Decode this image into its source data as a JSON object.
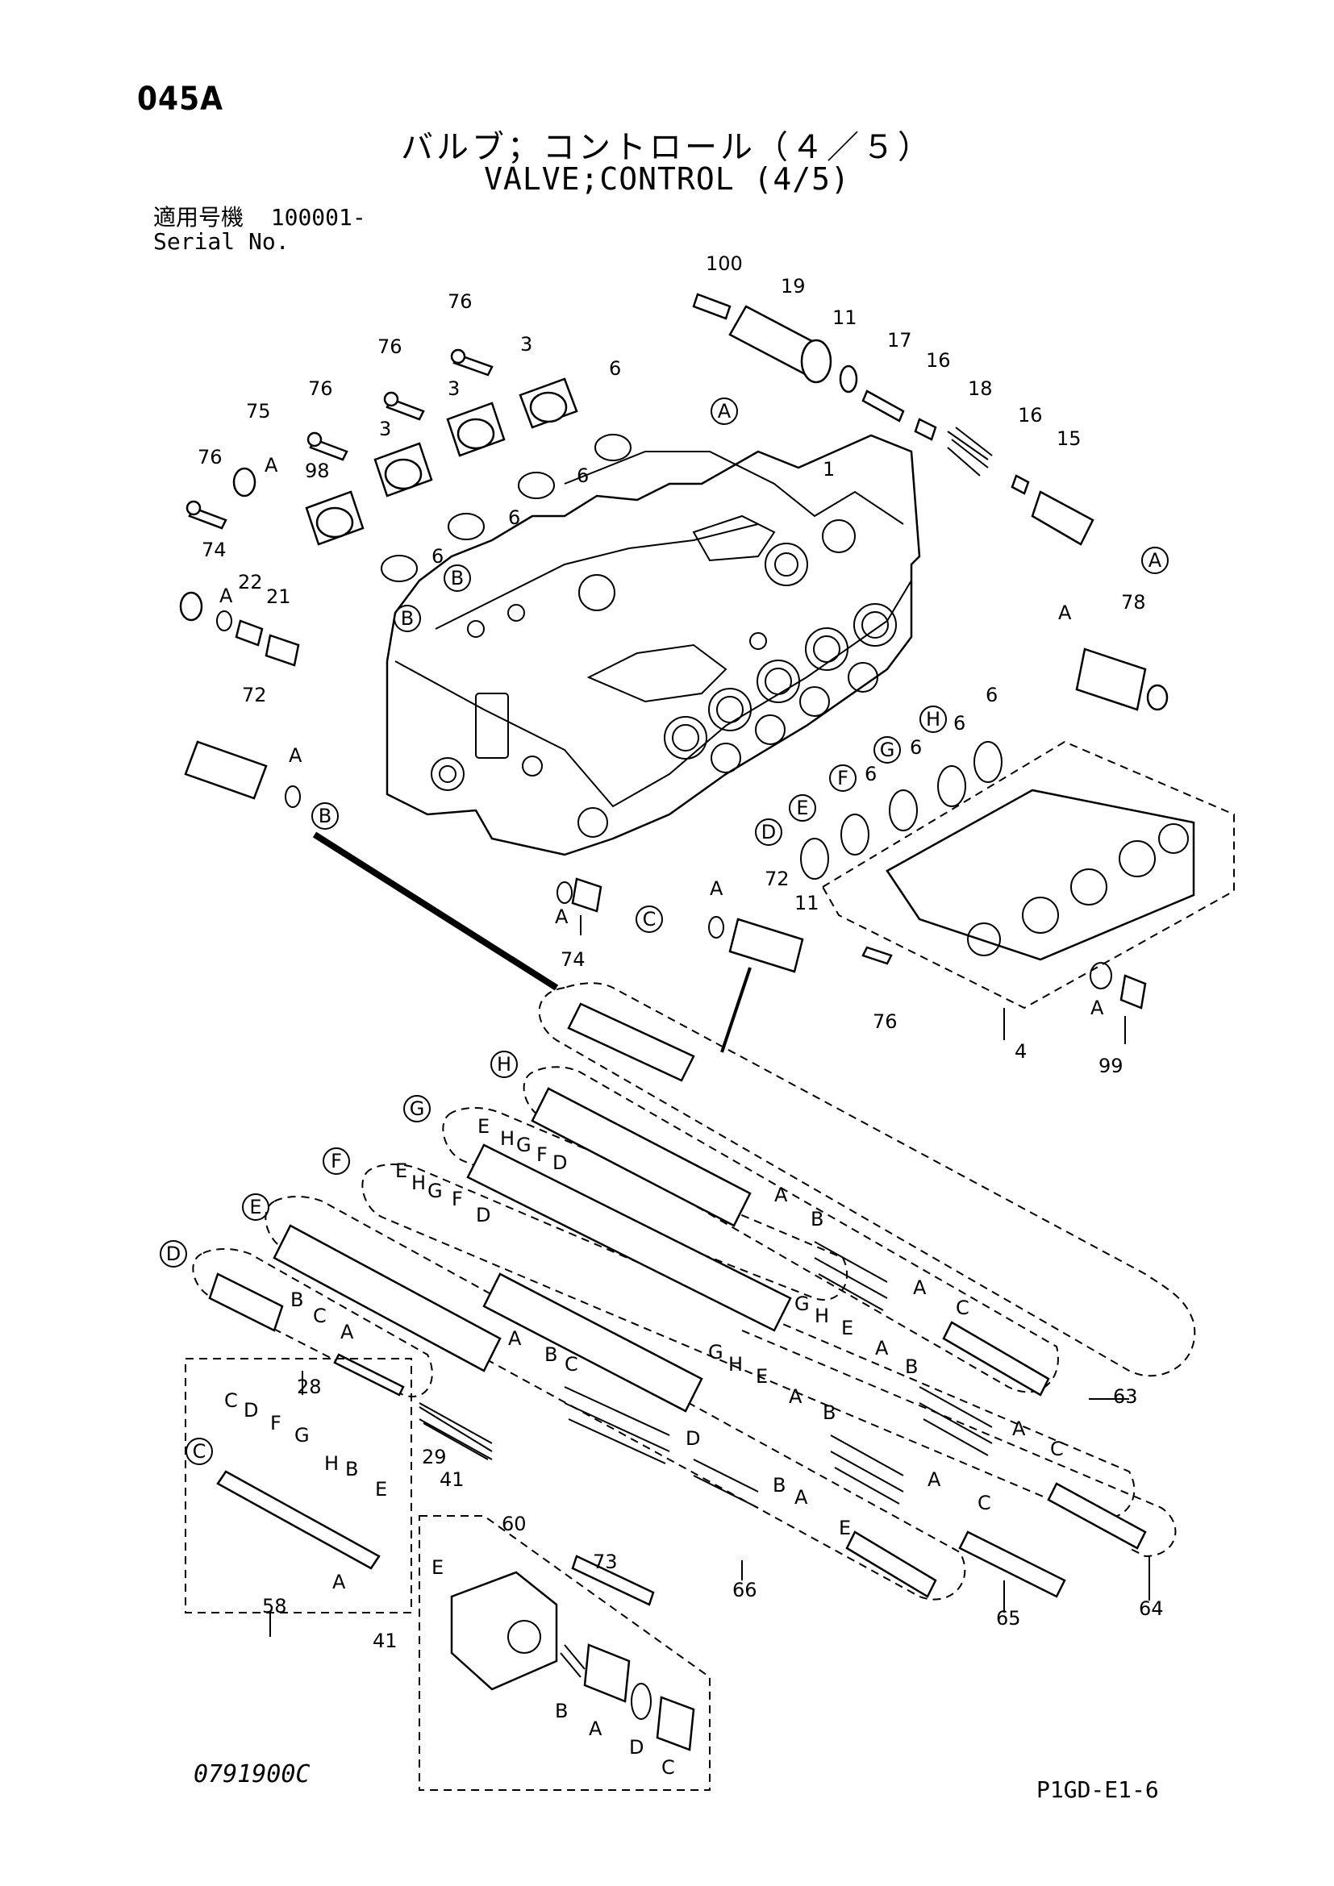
{
  "header": {
    "page_code": "045A",
    "title_jp": "バルブ；コントロール（４／５）",
    "title_en": "VALVE;CONTROL (4/5)",
    "serial_label_jp": "適用号機",
    "serial_label_en": "Serial No.",
    "serial_value": "100001-"
  },
  "footer": {
    "drawing_number": "0791900C",
    "page_ref": "P1GD-E1-6"
  },
  "callouts": [
    {
      "id": "c-100",
      "text": "100"
    },
    {
      "id": "c-19",
      "text": "19"
    },
    {
      "id": "c-11a",
      "text": "11"
    },
    {
      "id": "c-17",
      "text": "17"
    },
    {
      "id": "c-16a",
      "text": "16"
    },
    {
      "id": "c-18",
      "text": "18"
    },
    {
      "id": "c-16b",
      "text": "16"
    },
    {
      "id": "c-15",
      "text": "15"
    },
    {
      "id": "c-76a",
      "text": "76"
    },
    {
      "id": "c-3a",
      "text": "3"
    },
    {
      "id": "c-76b",
      "text": "76"
    },
    {
      "id": "c-3b",
      "text": "3"
    },
    {
      "id": "c-6a",
      "text": "6"
    },
    {
      "id": "c-76c",
      "text": "76"
    },
    {
      "id": "c-3c",
      "text": "3"
    },
    {
      "id": "c-75",
      "text": "75"
    },
    {
      "id": "c-Aa",
      "text": "A"
    },
    {
      "id": "c-76d",
      "text": "76"
    },
    {
      "id": "c-98",
      "text": "98"
    },
    {
      "id": "c-6b",
      "text": "6"
    },
    {
      "id": "c-6c",
      "text": "6"
    },
    {
      "id": "c-6d",
      "text": "6"
    },
    {
      "id": "c-1",
      "text": "1"
    },
    {
      "id": "c-74a",
      "text": "74"
    },
    {
      "id": "c-Ab",
      "text": "A"
    },
    {
      "id": "c-22",
      "text": "22"
    },
    {
      "id": "c-21",
      "text": "21"
    },
    {
      "id": "c-78",
      "text": "78"
    },
    {
      "id": "c-Ac",
      "text": "A"
    },
    {
      "id": "c-72a",
      "text": "72"
    },
    {
      "id": "c-Ad",
      "text": "A"
    },
    {
      "id": "c-6e",
      "text": "6"
    },
    {
      "id": "c-6f",
      "text": "6"
    },
    {
      "id": "c-6g",
      "text": "6"
    },
    {
      "id": "c-6h",
      "text": "6"
    },
    {
      "id": "c-11b",
      "text": "11"
    },
    {
      "id": "c-72b",
      "text": "72"
    },
    {
      "id": "c-Ae",
      "text": "A"
    },
    {
      "id": "c-Af",
      "text": "A"
    },
    {
      "id": "c-74b",
      "text": "74"
    },
    {
      "id": "c-76e",
      "text": "76"
    },
    {
      "id": "c-4",
      "text": "4"
    },
    {
      "id": "c-Ag",
      "text": "A"
    },
    {
      "id": "c-99",
      "text": "99"
    },
    {
      "id": "c-63",
      "text": "63"
    },
    {
      "id": "c-28",
      "text": "28"
    },
    {
      "id": "c-29",
      "text": "29"
    },
    {
      "id": "c-41a",
      "text": "41"
    },
    {
      "id": "c-60",
      "text": "60"
    },
    {
      "id": "c-73",
      "text": "73"
    },
    {
      "id": "c-41b",
      "text": "41"
    },
    {
      "id": "c-58",
      "text": "58"
    },
    {
      "id": "c-66",
      "text": "66"
    },
    {
      "id": "c-65",
      "text": "65"
    },
    {
      "id": "c-64",
      "text": "64"
    }
  ],
  "circle_refs": [
    {
      "id": "r-A1",
      "text": "A"
    },
    {
      "id": "r-A2",
      "text": "A"
    },
    {
      "id": "r-B1",
      "text": "B"
    },
    {
      "id": "r-B2",
      "text": "B"
    },
    {
      "id": "r-B3",
      "text": "B"
    },
    {
      "id": "r-H1",
      "text": "H"
    },
    {
      "id": "r-G1",
      "text": "G"
    },
    {
      "id": "r-F1",
      "text": "F"
    },
    {
      "id": "r-E1",
      "text": "E"
    },
    {
      "id": "r-D1",
      "text": "D"
    },
    {
      "id": "r-C1",
      "text": "C"
    },
    {
      "id": "r-H2",
      "text": "H"
    },
    {
      "id": "r-G2",
      "text": "G"
    },
    {
      "id": "r-F2",
      "text": "F"
    },
    {
      "id": "r-E2",
      "text": "E"
    },
    {
      "id": "r-D2",
      "text": "D"
    },
    {
      "id": "r-C2",
      "text": "C"
    }
  ],
  "sub_labels": [
    {
      "id": "s1",
      "text": "E"
    },
    {
      "id": "s2",
      "text": "H"
    },
    {
      "id": "s3",
      "text": "G"
    },
    {
      "id": "s4",
      "text": "F"
    },
    {
      "id": "s5",
      "text": "D"
    },
    {
      "id": "s6",
      "text": "E"
    },
    {
      "id": "s7",
      "text": "H"
    },
    {
      "id": "s8",
      "text": "G"
    },
    {
      "id": "s9",
      "text": "F"
    },
    {
      "id": "s10",
      "text": "D"
    },
    {
      "id": "s11",
      "text": "B"
    },
    {
      "id": "s12",
      "text": "C"
    },
    {
      "id": "s13",
      "text": "A"
    },
    {
      "id": "s14",
      "text": "A"
    },
    {
      "id": "s15",
      "text": "B"
    },
    {
      "id": "s16",
      "text": "A"
    },
    {
      "id": "s17",
      "text": "C"
    },
    {
      "id": "s18",
      "text": "A"
    },
    {
      "id": "s19",
      "text": "B"
    },
    {
      "id": "s20",
      "text": "C"
    },
    {
      "id": "s21",
      "text": "G"
    },
    {
      "id": "s22",
      "text": "H"
    },
    {
      "id": "s23",
      "text": "E"
    },
    {
      "id": "s24",
      "text": "A"
    },
    {
      "id": "s25",
      "text": "B"
    },
    {
      "id": "s26",
      "text": "G"
    },
    {
      "id": "s27",
      "text": "H"
    },
    {
      "id": "s28",
      "text": "E"
    },
    {
      "id": "s29",
      "text": "A"
    },
    {
      "id": "s30",
      "text": "B"
    },
    {
      "id": "s31",
      "text": "A"
    },
    {
      "id": "s32",
      "text": "C"
    },
    {
      "id": "s33",
      "text": "D"
    },
    {
      "id": "s34",
      "text": "B"
    },
    {
      "id": "s35",
      "text": "A"
    },
    {
      "id": "s36",
      "text": "E"
    },
    {
      "id": "s37",
      "text": "A"
    },
    {
      "id": "s38",
      "text": "C"
    },
    {
      "id": "s39",
      "text": "C"
    },
    {
      "id": "s40",
      "text": "D"
    },
    {
      "id": "s41",
      "text": "F"
    },
    {
      "id": "s42",
      "text": "G"
    },
    {
      "id": "s43",
      "text": "H"
    },
    {
      "id": "s44",
      "text": "B"
    },
    {
      "id": "s45",
      "text": "E"
    },
    {
      "id": "s46",
      "text": "A"
    },
    {
      "id": "s47",
      "text": "E"
    },
    {
      "id": "s48",
      "text": "B"
    },
    {
      "id": "s49",
      "text": "A"
    },
    {
      "id": "s50",
      "text": "D"
    },
    {
      "id": "s51",
      "text": "C"
    }
  ]
}
